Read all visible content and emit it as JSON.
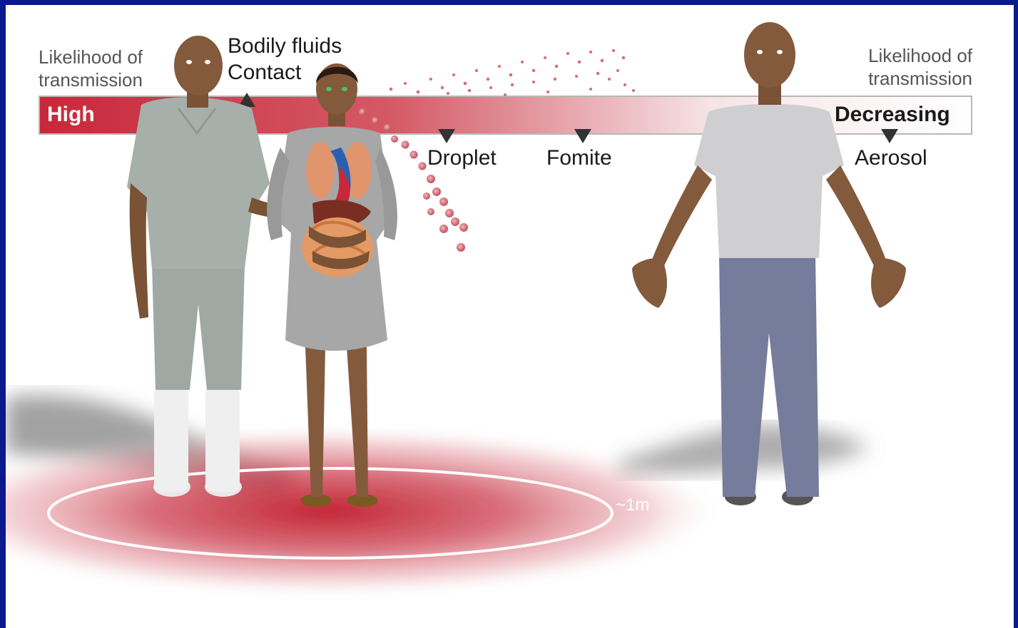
{
  "left_scale_label": "Likelihood of transmission",
  "right_scale_label": "Likelihood of transmission",
  "bar": {
    "start_label": "High",
    "end_label": "Decreasing",
    "start_color": "#c8283a",
    "end_color": "#ffffff"
  },
  "routes": {
    "bodily_fluids": "Bodily fluids",
    "contact": "Contact",
    "droplet": "Droplet",
    "fomite": "Fomite",
    "aerosol": "Aerosol"
  },
  "distance_label": "~1m",
  "colors": {
    "frame": "#0a1a8c",
    "risk_zone": "#c8283a",
    "droplets": "#d0707a"
  },
  "figures": [
    "person-in-scrubs",
    "patient",
    "distant-person"
  ]
}
